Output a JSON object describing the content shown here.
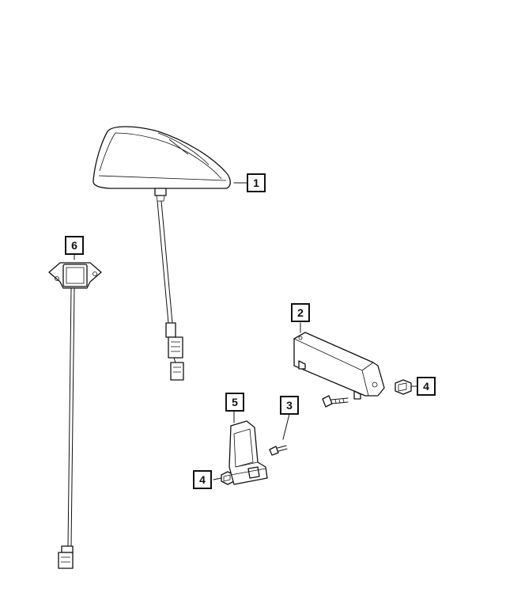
{
  "diagram": {
    "callouts": [
      {
        "id": "callout-1",
        "label": "1"
      },
      {
        "id": "callout-2",
        "label": "2"
      },
      {
        "id": "callout-3",
        "label": "3"
      },
      {
        "id": "callout-4a",
        "label": "4"
      },
      {
        "id": "callout-4b",
        "label": "4"
      },
      {
        "id": "callout-5",
        "label": "5"
      },
      {
        "id": "callout-6",
        "label": "6"
      }
    ],
    "stroke_color": "#111111",
    "background_color": "#ffffff"
  }
}
